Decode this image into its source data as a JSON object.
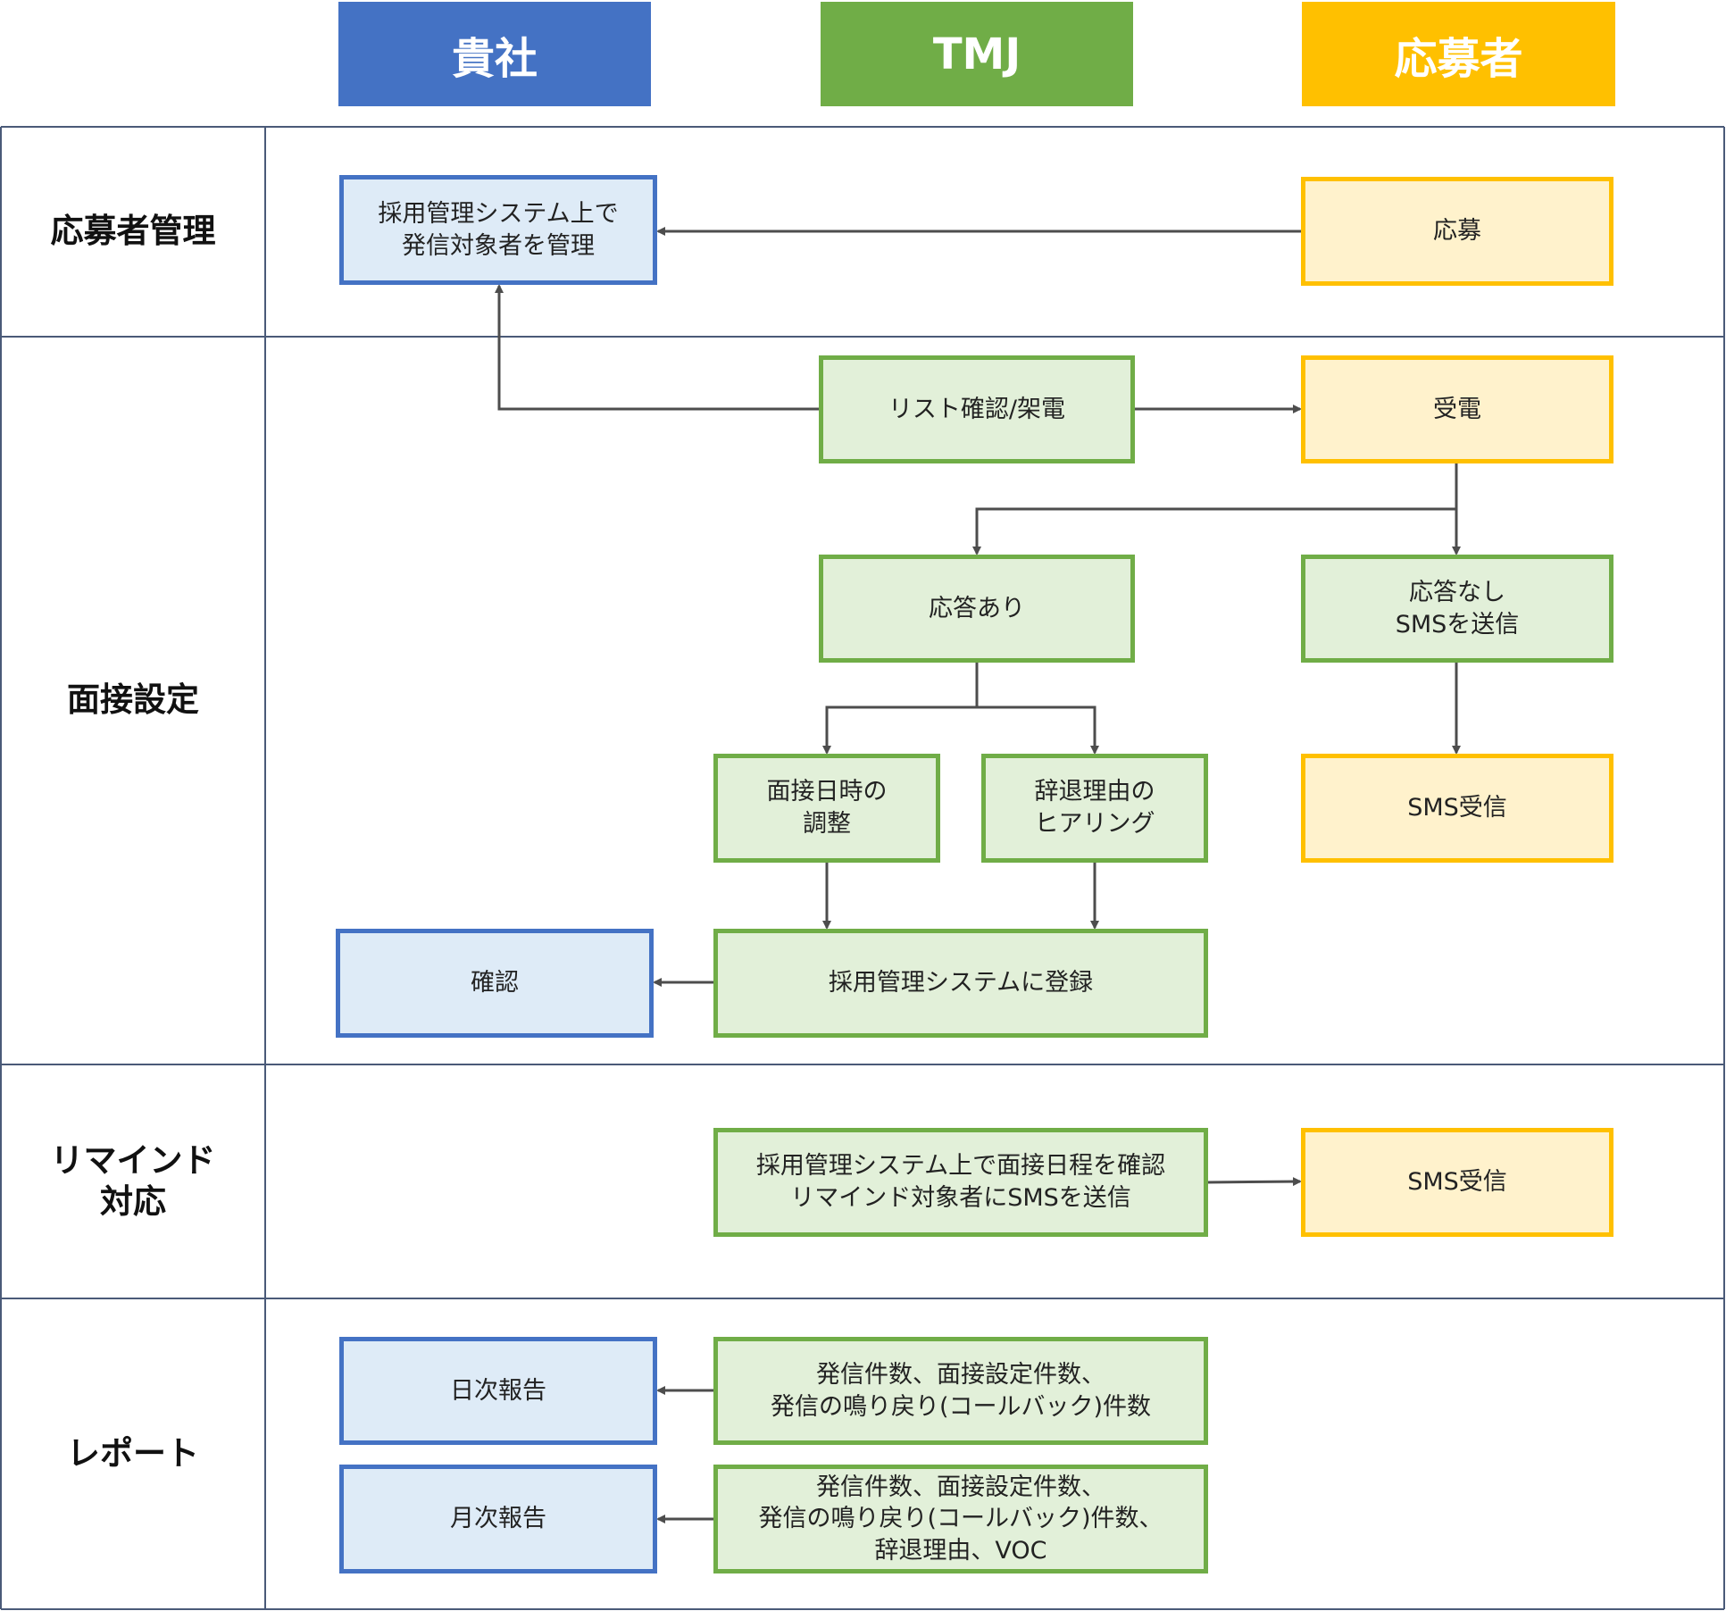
{
  "columns": {
    "company": {
      "label": "貴社",
      "color": "#4472c4"
    },
    "tmj": {
      "label": "TMJ",
      "color": "#70ad47"
    },
    "applicant": {
      "label": "応募者",
      "color": "#ffc000"
    }
  },
  "rows": {
    "applicant_management": "応募者管理",
    "interview_setting": "面接設定",
    "reminder": "リマインド\n対応",
    "report": "レポート"
  },
  "nodes": {
    "manage_targets": "採用管理システム上で\n発信対象者を管理",
    "apply": "応募",
    "list_call": "リスト確認/架電",
    "receive_call": "受電",
    "answered": "応答あり",
    "no_answer_sms": "応答なし\nSMSを送信",
    "adjust_datetime": "面接日時の\n調整",
    "decline_hearing": "辞退理由の\nヒアリング",
    "sms_received_1": "SMS受信",
    "confirm": "確認",
    "register": "採用管理システムに登録",
    "reminder_send": "採用管理システム上で面接日程を確認\nリマインド対象者にSMSを送信",
    "sms_received_2": "SMS受信",
    "daily_report": "日次報告",
    "daily_items": "発信件数、面接設定件数、\n発信の鳴り戻り(コールバック)件数",
    "monthly_report": "月次報告",
    "monthly_items": "発信件数、面接設定件数、\n発信の鳴り戻り(コールバック)件数、\n辞退理由、VOC"
  },
  "colors": {
    "blue_fill": "#deebf7",
    "blue_border": "#4472c4",
    "green_fill": "#e2f0d9",
    "green_border": "#70ad47",
    "yellow_fill": "#fff2cc",
    "yellow_border": "#ffc000",
    "line": "#4d4d4d",
    "grid": "#4a5a78"
  }
}
